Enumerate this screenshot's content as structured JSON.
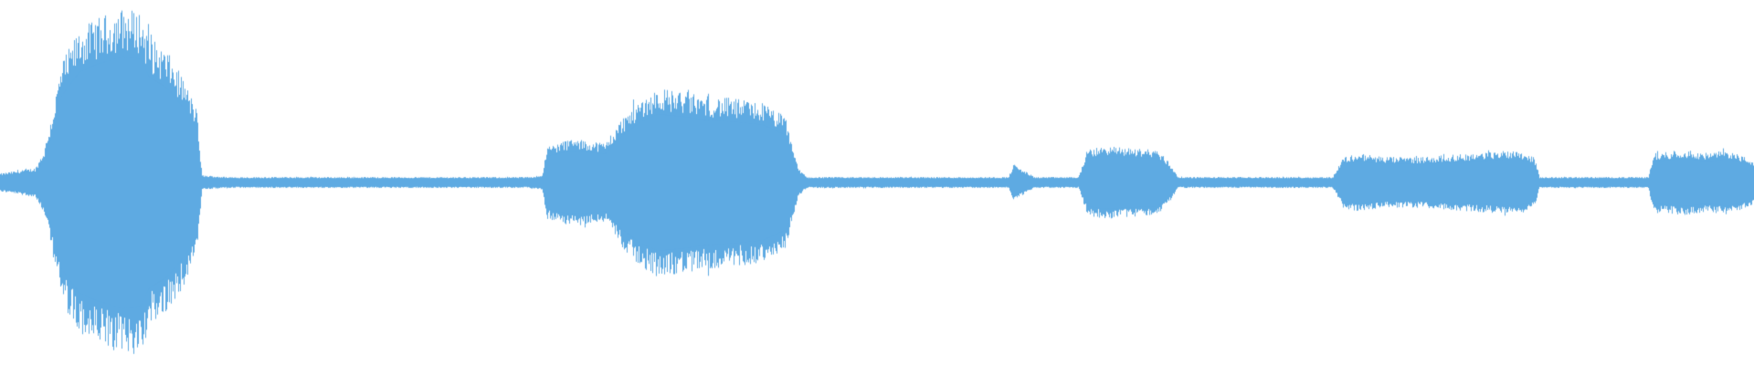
{
  "waveform": {
    "color": "#5eaae2",
    "background": "#ffffff",
    "samples_per_pixel": 1,
    "envelope": [
      [
        0.0,
        0.025
      ],
      [
        0.02,
        0.04
      ],
      [
        0.025,
        0.09
      ],
      [
        0.03,
        0.2
      ],
      [
        0.035,
        0.33
      ],
      [
        0.045,
        0.42
      ],
      [
        0.055,
        0.45
      ],
      [
        0.07,
        0.48
      ],
      [
        0.08,
        0.47
      ],
      [
        0.085,
        0.4
      ],
      [
        0.095,
        0.36
      ],
      [
        0.105,
        0.28
      ],
      [
        0.112,
        0.2
      ],
      [
        0.115,
        0.02
      ],
      [
        0.13,
        0.015
      ],
      [
        0.2,
        0.015
      ],
      [
        0.3,
        0.015
      ],
      [
        0.309,
        0.02
      ],
      [
        0.312,
        0.1
      ],
      [
        0.325,
        0.12
      ],
      [
        0.345,
        0.11
      ],
      [
        0.355,
        0.18
      ],
      [
        0.365,
        0.23
      ],
      [
        0.375,
        0.26
      ],
      [
        0.39,
        0.25
      ],
      [
        0.4,
        0.24
      ],
      [
        0.42,
        0.23
      ],
      [
        0.435,
        0.22
      ],
      [
        0.448,
        0.18
      ],
      [
        0.455,
        0.04
      ],
      [
        0.46,
        0.015
      ],
      [
        0.55,
        0.015
      ],
      [
        0.575,
        0.015
      ],
      [
        0.578,
        0.05
      ],
      [
        0.59,
        0.015
      ],
      [
        0.615,
        0.015
      ],
      [
        0.62,
        0.09
      ],
      [
        0.63,
        0.1
      ],
      [
        0.66,
        0.09
      ],
      [
        0.666,
        0.06
      ],
      [
        0.672,
        0.015
      ],
      [
        0.7,
        0.015
      ],
      [
        0.76,
        0.015
      ],
      [
        0.766,
        0.07
      ],
      [
        0.775,
        0.08
      ],
      [
        0.79,
        0.07
      ],
      [
        0.81,
        0.07
      ],
      [
        0.84,
        0.08
      ],
      [
        0.865,
        0.09
      ],
      [
        0.875,
        0.07
      ],
      [
        0.878,
        0.015
      ],
      [
        0.9,
        0.015
      ],
      [
        0.94,
        0.015
      ],
      [
        0.943,
        0.08
      ],
      [
        0.96,
        0.09
      ],
      [
        0.975,
        0.08
      ],
      [
        0.985,
        0.09
      ],
      [
        1.0,
        0.06
      ]
    ]
  }
}
